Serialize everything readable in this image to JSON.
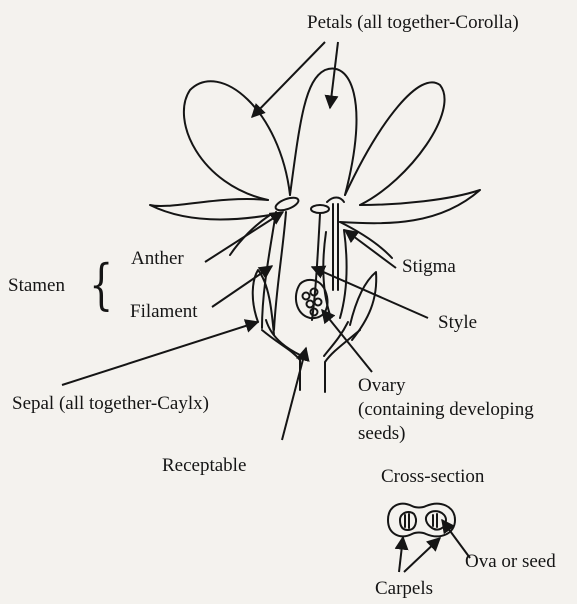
{
  "labels": {
    "petals": "Petals (all together-Corolla)",
    "anther": "Anther",
    "stigma": "Stigma",
    "stamen": "Stamen",
    "filament": "Filament",
    "style": "Style",
    "sepal": "Sepal (all together-Caylx)",
    "ovary_line1": "Ovary",
    "ovary_line2": "(containing developing",
    "ovary_line3": "seeds)",
    "receptable": "Receptable",
    "cross_section": "Cross-section",
    "ova_or_seed": "Ova or seed",
    "carpels": "Carpels"
  },
  "colors": {
    "background": "#f4f2ee",
    "ink": "#151515"
  }
}
